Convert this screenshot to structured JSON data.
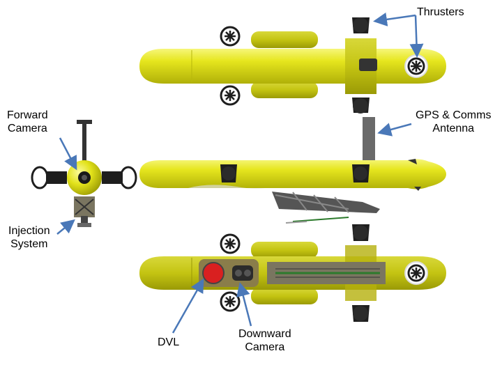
{
  "labels": {
    "thrusters": "Thrusters",
    "gps_line1": "GPS & Comms",
    "gps_line2": "Antenna",
    "forward_line1": "Forward",
    "forward_line2": "Camera",
    "injection_line1": "Injection",
    "injection_line2": "System",
    "dvl": "DVL",
    "downward_line1": "Downward",
    "downward_line2": "Camera"
  },
  "colors": {
    "hull": "#e2e21a",
    "hull_dark": "#b5b509",
    "thruster": "#1e1e1e",
    "arrow": "#4a78b8",
    "dvl_red": "#d92020"
  }
}
